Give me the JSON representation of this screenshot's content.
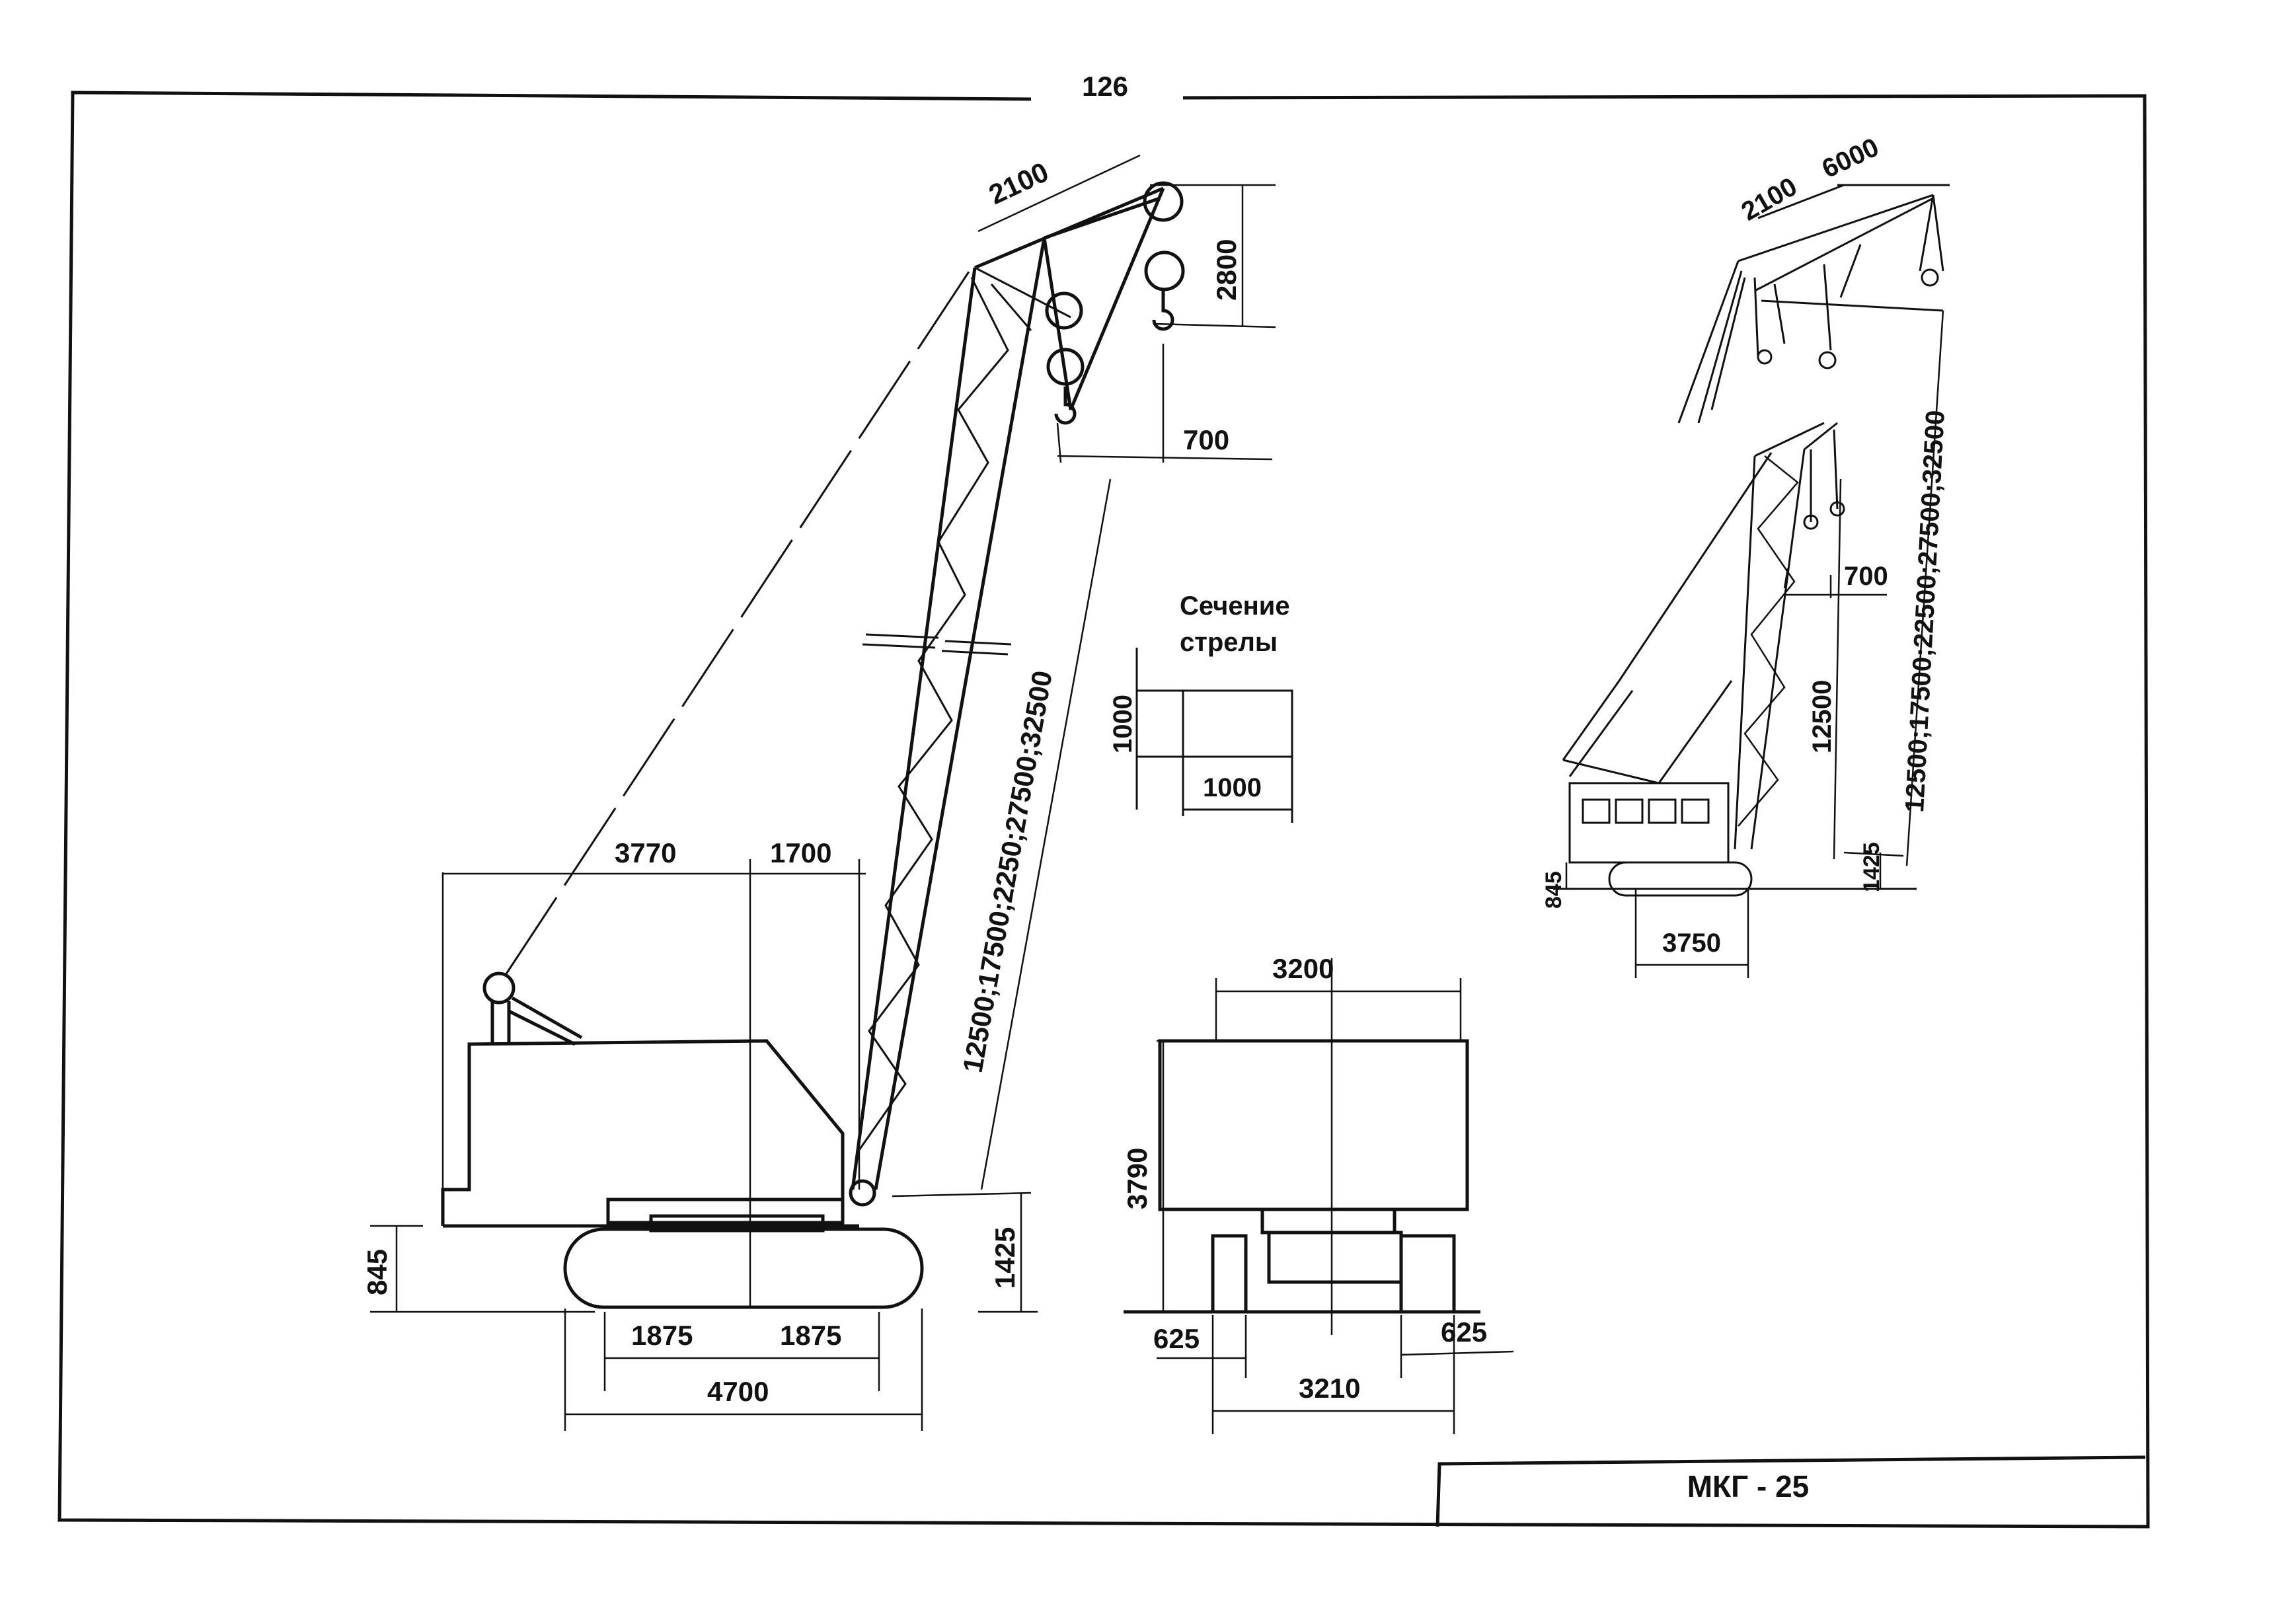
{
  "page_number": "126",
  "title_block": {
    "model": "МКГ - 25"
  },
  "boom_section": {
    "title_line1": "Сечение",
    "title_line2": "стрелы",
    "height": "1000",
    "width": "1000"
  },
  "side_view": {
    "head_width": "2100",
    "head_height": "2800",
    "hook_offset": "700",
    "boom_lengths": "12500;17500;2250;27500;32500",
    "rear_length": "3770",
    "pivot_offset": "1700",
    "track_height": "845",
    "boom_pivot_height": "1425",
    "track_half_left": "1875",
    "track_half_right": "1875",
    "track_length": "4700"
  },
  "rear_view": {
    "cab_width": "3200",
    "cab_height": "3790",
    "track_width_left": "625",
    "track_width_right": "625",
    "track_gauge": "3210"
  },
  "small_views": {
    "head_width": "2100",
    "jib_length": "6000",
    "boom_lengths": "12500;17500;22500;27500;32500",
    "hook_offset": "700",
    "boom_height": "12500",
    "track_height": "845",
    "pivot_height": "1425",
    "track_length": "3750"
  }
}
